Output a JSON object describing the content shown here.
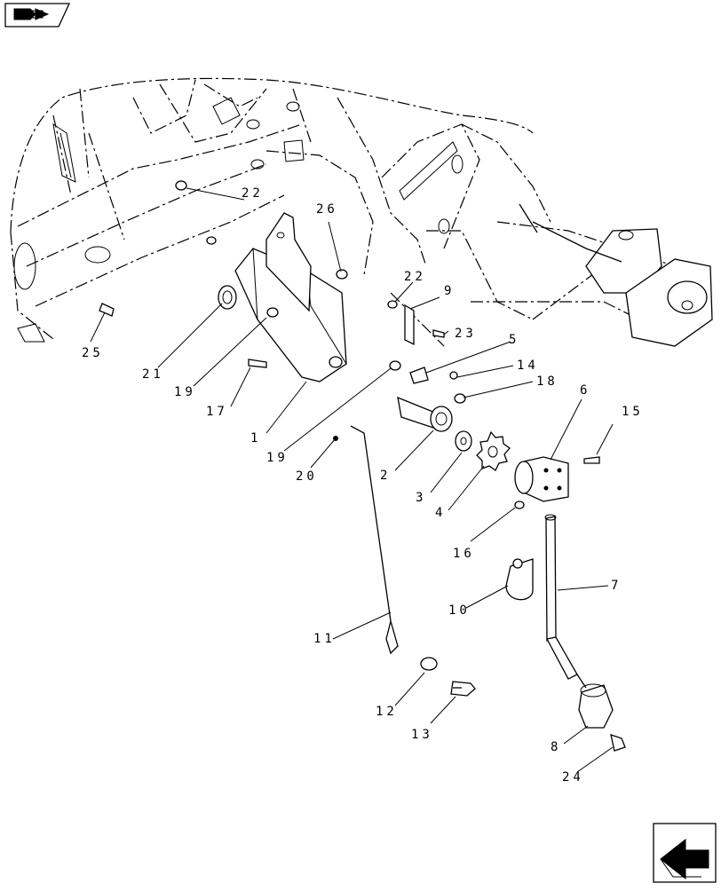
{
  "icons": {
    "top_left": "book-arrow-icon",
    "bottom_right": "next-page-arrow-icon"
  },
  "callouts": {
    "c1": "1",
    "c2": "2",
    "c3": "3",
    "c4": "4",
    "c5": "5",
    "c6": "6",
    "c7": "7",
    "c8": "8",
    "c9": "9",
    "c10": "10",
    "c11": "11",
    "c12": "12",
    "c13": "13",
    "c14": "14",
    "c15": "15",
    "c16": "16",
    "c17": "17",
    "c18": "18",
    "c19a": "19",
    "c19b": "19",
    "c20": "20",
    "c21": "21",
    "c22a": "22",
    "c22b": "22",
    "c23": "23",
    "c24": "24",
    "c25": "25",
    "c26": "26"
  }
}
